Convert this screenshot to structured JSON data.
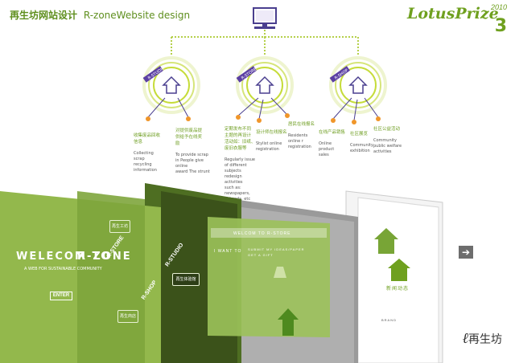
{
  "header": {
    "title_zh": "再生坊网站设计",
    "title_en": "R-zoneWebsite design"
  },
  "logo": {
    "brand": "LotusPrize",
    "year": "2010",
    "number": "3"
  },
  "diagram": {
    "hubs": [
      {
        "name": "R-STUDIO",
        "label": "R-STUDIO",
        "color": "#5b3fa3"
      },
      {
        "name": "R-STORE",
        "label": "R-STORE",
        "color": "#5b3fa3"
      },
      {
        "name": "R-SHOP",
        "label": "R-SHOP",
        "color": "#5b3fa3"
      }
    ],
    "branches": [
      {
        "zh": "收集废品回收\n信息",
        "en": "Collecting\nscrap\nrecycling\ninformation"
      },
      {
        "zh": "对提供废品提\n供给予在线奖\n励",
        "en": "To provide scrap\nin People give online\naward The strunt"
      },
      {
        "zh": "定期发布不同\n主题的再设计\n活动如：旧纸、\n废旧衣服等",
        "en": "Regularly issue\nof different subjects\nredesign activities\nsuch as: newspapers,\nold soda, etc"
      },
      {
        "zh": "设计师在线报名",
        "en": "Stylist online\nregistration"
      },
      {
        "zh": "居民在线报名",
        "en": "Residents\nonline r\nregistration"
      },
      {
        "zh": "在线产品销售",
        "en": "Online\nproduct\nsales"
      },
      {
        "zh": "社区展览",
        "en": "Community\nexhibition"
      },
      {
        "zh": "社区公益活动",
        "en": "Community\npublic welfare\nactivities"
      }
    ]
  },
  "bottom": {
    "welcome_1": "WELECOM TO",
    "welcome_2": "R-ZONE",
    "tagline": "A WEB FOR SUSTAINABLE COMMUNITY",
    "enter": "ENTER",
    "side_labels": [
      "R-STORE",
      "R-SHOP",
      "R-STUDIO"
    ],
    "bubble_1": "再生工坊",
    "bubble_2": "再生商店",
    "studio_badge": "再生体验馆",
    "rstore_banner": "WELCOM TO R-STORE",
    "rstore_left": "I WANT TO",
    "rstore_submit": "SUBMIT MY IDEAS/PAPER",
    "rstore_get": "GET A GIFT",
    "rshop_zh": "新闻动态",
    "rshop_brand": "BRAND",
    "corner_logo": "再生坊"
  },
  "colors": {
    "accent_green": "#8bb53a",
    "ring_green": "#c6dc3a",
    "purple": "#5b3fa3",
    "orange_dot": "#f0962a"
  }
}
